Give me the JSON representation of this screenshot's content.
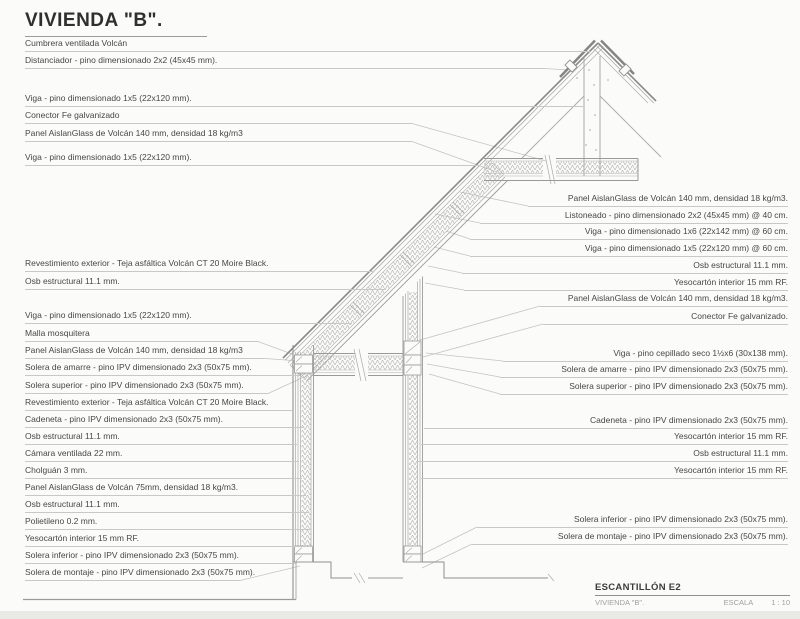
{
  "title": "VIVIENDA \"B\".",
  "labels_left": [
    {
      "text": "Cumbrera ventilada Volcán"
    },
    {
      "text": "Distanciador - pino dimensionado 2x2 (45x45 mm)."
    },
    {
      "text": "Viga - pino dimensionado 1x5 (22x120 mm)."
    },
    {
      "text": "Conector Fe galvanizado"
    },
    {
      "text": "Panel AislanGlass de Volcán 140 mm, densidad 18 kg/m3"
    },
    {
      "text": "Viga - pino dimensionado 1x5 (22x120 mm)."
    },
    {
      "text": "Revestimiento exterior - Teja asfáltica Volcán CT 20 Moire Black."
    },
    {
      "text": "Osb estructural 11.1 mm."
    },
    {
      "text": "Viga - pino dimensionado 1x5 (22x120 mm)."
    },
    {
      "text": "Malla mosquitera"
    },
    {
      "text": "Panel AislanGlass de Volcán 140 mm, densidad 18 kg/m3"
    },
    {
      "text": "Solera de amarre - pino IPV dimensionado 2x3 (50x75 mm)."
    },
    {
      "text": "Solera superior - pino IPV dimensionado 2x3 (50x75 mm)."
    },
    {
      "text": "Revestimiento exterior - Teja asfáltica Volcán CT 20 Moire Black."
    },
    {
      "text": "Cadeneta - pino IPV dimensionado 2x3 (50x75 mm)."
    },
    {
      "text": "Osb estructural 11.1 mm."
    },
    {
      "text": "Cámara ventilada 22 mm."
    },
    {
      "text": "Cholguán 3 mm."
    },
    {
      "text": "Panel AislanGlass de Volcán 75mm, densidad 18 kg/m3."
    },
    {
      "text": "Osb estructural 11.1 mm."
    },
    {
      "text": "Polietileno 0.2 mm."
    },
    {
      "text": "Yesocartón interior 15 mm RF."
    },
    {
      "text": "Solera inferior - pino IPV dimensionado 2x3 (50x75 mm)."
    },
    {
      "text": "Solera de montaje - pino IPV dimensionado 2x3 (50x75 mm)."
    }
  ],
  "labels_right": [
    {
      "text": "Panel AislanGlass de Volcán 140 mm, densidad 18 kg/m3."
    },
    {
      "text": "Listoneado - pino dimensionado 2x2 (45x45 mm) @ 40 cm."
    },
    {
      "text": "Viga - pino dimensionado 1x6 (22x142 mm) @ 60 cm."
    },
    {
      "text": "Viga - pino dimensionado 1x5 (22x120 mm) @ 60 cm."
    },
    {
      "text": "Osb estructural 11.1 mm."
    },
    {
      "text": "Yesocartón interior 15 mm RF."
    },
    {
      "text": "Panel AislanGlass de Volcán 140 mm, densidad 18 kg/m3."
    },
    {
      "text": "Conector Fe galvanizado."
    },
    {
      "text": "Viga - pino cepillado seco 1½x6  (30x138 mm)."
    },
    {
      "text": "Solera de amarre - pino IPV dimensionado 2x3 (50x75 mm)."
    },
    {
      "text": "Solera superior - pino IPV dimensionado 2x3 (50x75 mm)."
    },
    {
      "text": "Cadeneta - pino IPV dimensionado 2x3 (50x75 mm)."
    },
    {
      "text": "Yesocartón interior 15 mm RF."
    },
    {
      "text": "Osb estructural 11.1 mm."
    },
    {
      "text": "Yesocartón interior 15 mm RF."
    },
    {
      "text": "Solera inferior - pino IPV dimensionado 2x3 (50x75 mm)."
    },
    {
      "text": "Solera de montaje - pino IPV dimensionado 2x3 (50x75 mm)."
    }
  ],
  "title_block": {
    "name": "ESCANTILLÓN E2",
    "project": "VIVIENDA \"B\".",
    "scale_label": "ESCALA",
    "scale_value": "1 : 10"
  },
  "colors": {
    "text": "#474747",
    "leader_line": "#c8c8c8",
    "drawing_line": "#9a9a9a",
    "background": "#fbfbf9"
  }
}
